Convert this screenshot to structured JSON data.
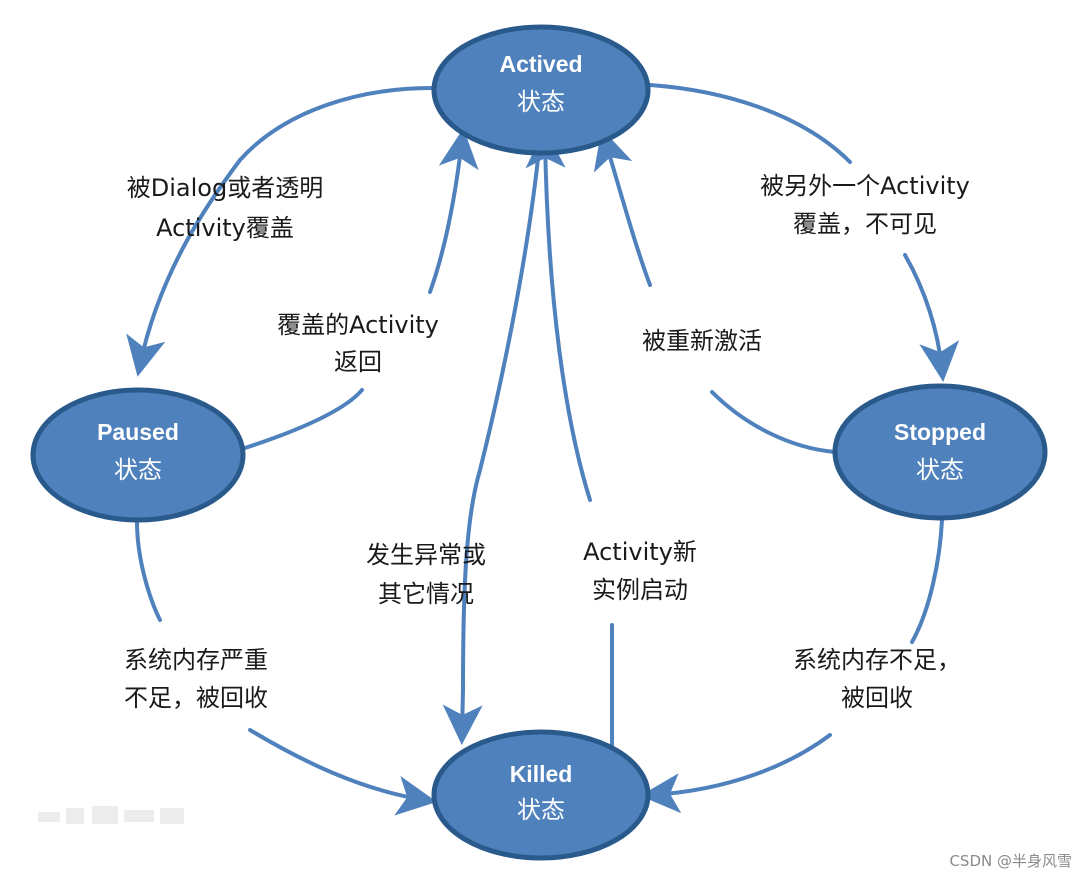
{
  "colors": {
    "node_fill": "#4f81bd",
    "node_border": "#2a5a8c",
    "arrow": "#4f81bd",
    "text": "#1a1a1a",
    "node_text": "#ffffff"
  },
  "nodes": {
    "actived": {
      "title": "Actived",
      "sub": "状态"
    },
    "paused": {
      "title": "Paused",
      "sub": "状态"
    },
    "stopped": {
      "title": "Stopped",
      "sub": "状态"
    },
    "killed": {
      "title": "Killed",
      "sub": "状态"
    }
  },
  "edges": {
    "actived_to_paused": {
      "line1": "被Dialog或者透明",
      "line2": "Activity覆盖"
    },
    "paused_to_actived": {
      "line1": "覆盖的Activity",
      "line2": "返回"
    },
    "actived_to_stopped": {
      "line1": "被另外一个Activity",
      "line2": "覆盖，不可见"
    },
    "stopped_to_actived": {
      "line1": "被重新激活"
    },
    "exception_to_killed": {
      "line1": "发生异常或",
      "line2": "其它情况"
    },
    "killed_to_actived": {
      "line1": "Activity新",
      "line2": "实例启动"
    },
    "paused_to_killed": {
      "line1": "系统内存严重",
      "line2": "不足，被回收"
    },
    "stopped_to_killed": {
      "line1": "系统内存不足，",
      "line2": "被回收"
    }
  },
  "watermark": "CSDN @半身风雪"
}
